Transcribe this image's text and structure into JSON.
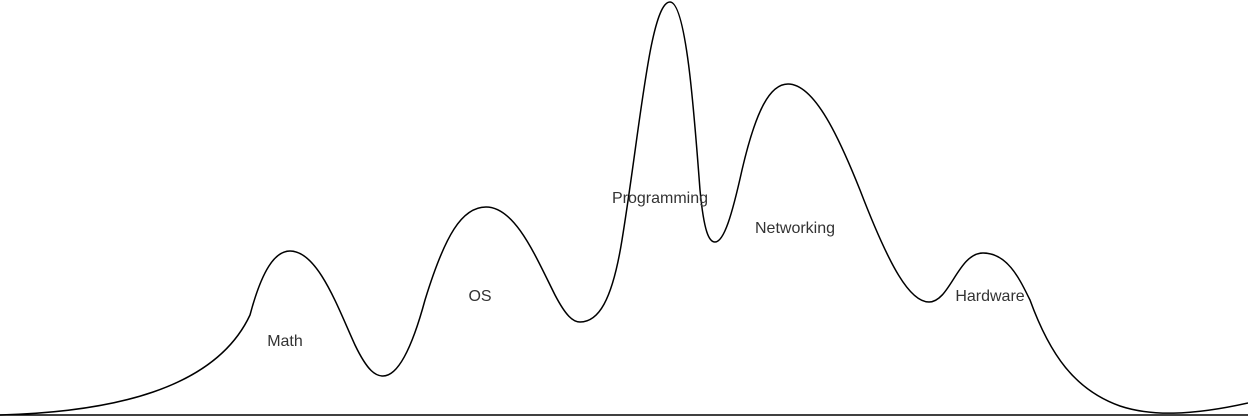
{
  "diagram": {
    "labels": {
      "math": "Math",
      "os": "OS",
      "programming": "Programming",
      "networking": "Networking",
      "hardware": "Hardware"
    },
    "colors": {
      "curve": "#000000",
      "label_text": "#333333",
      "background": "#ffffff"
    }
  }
}
